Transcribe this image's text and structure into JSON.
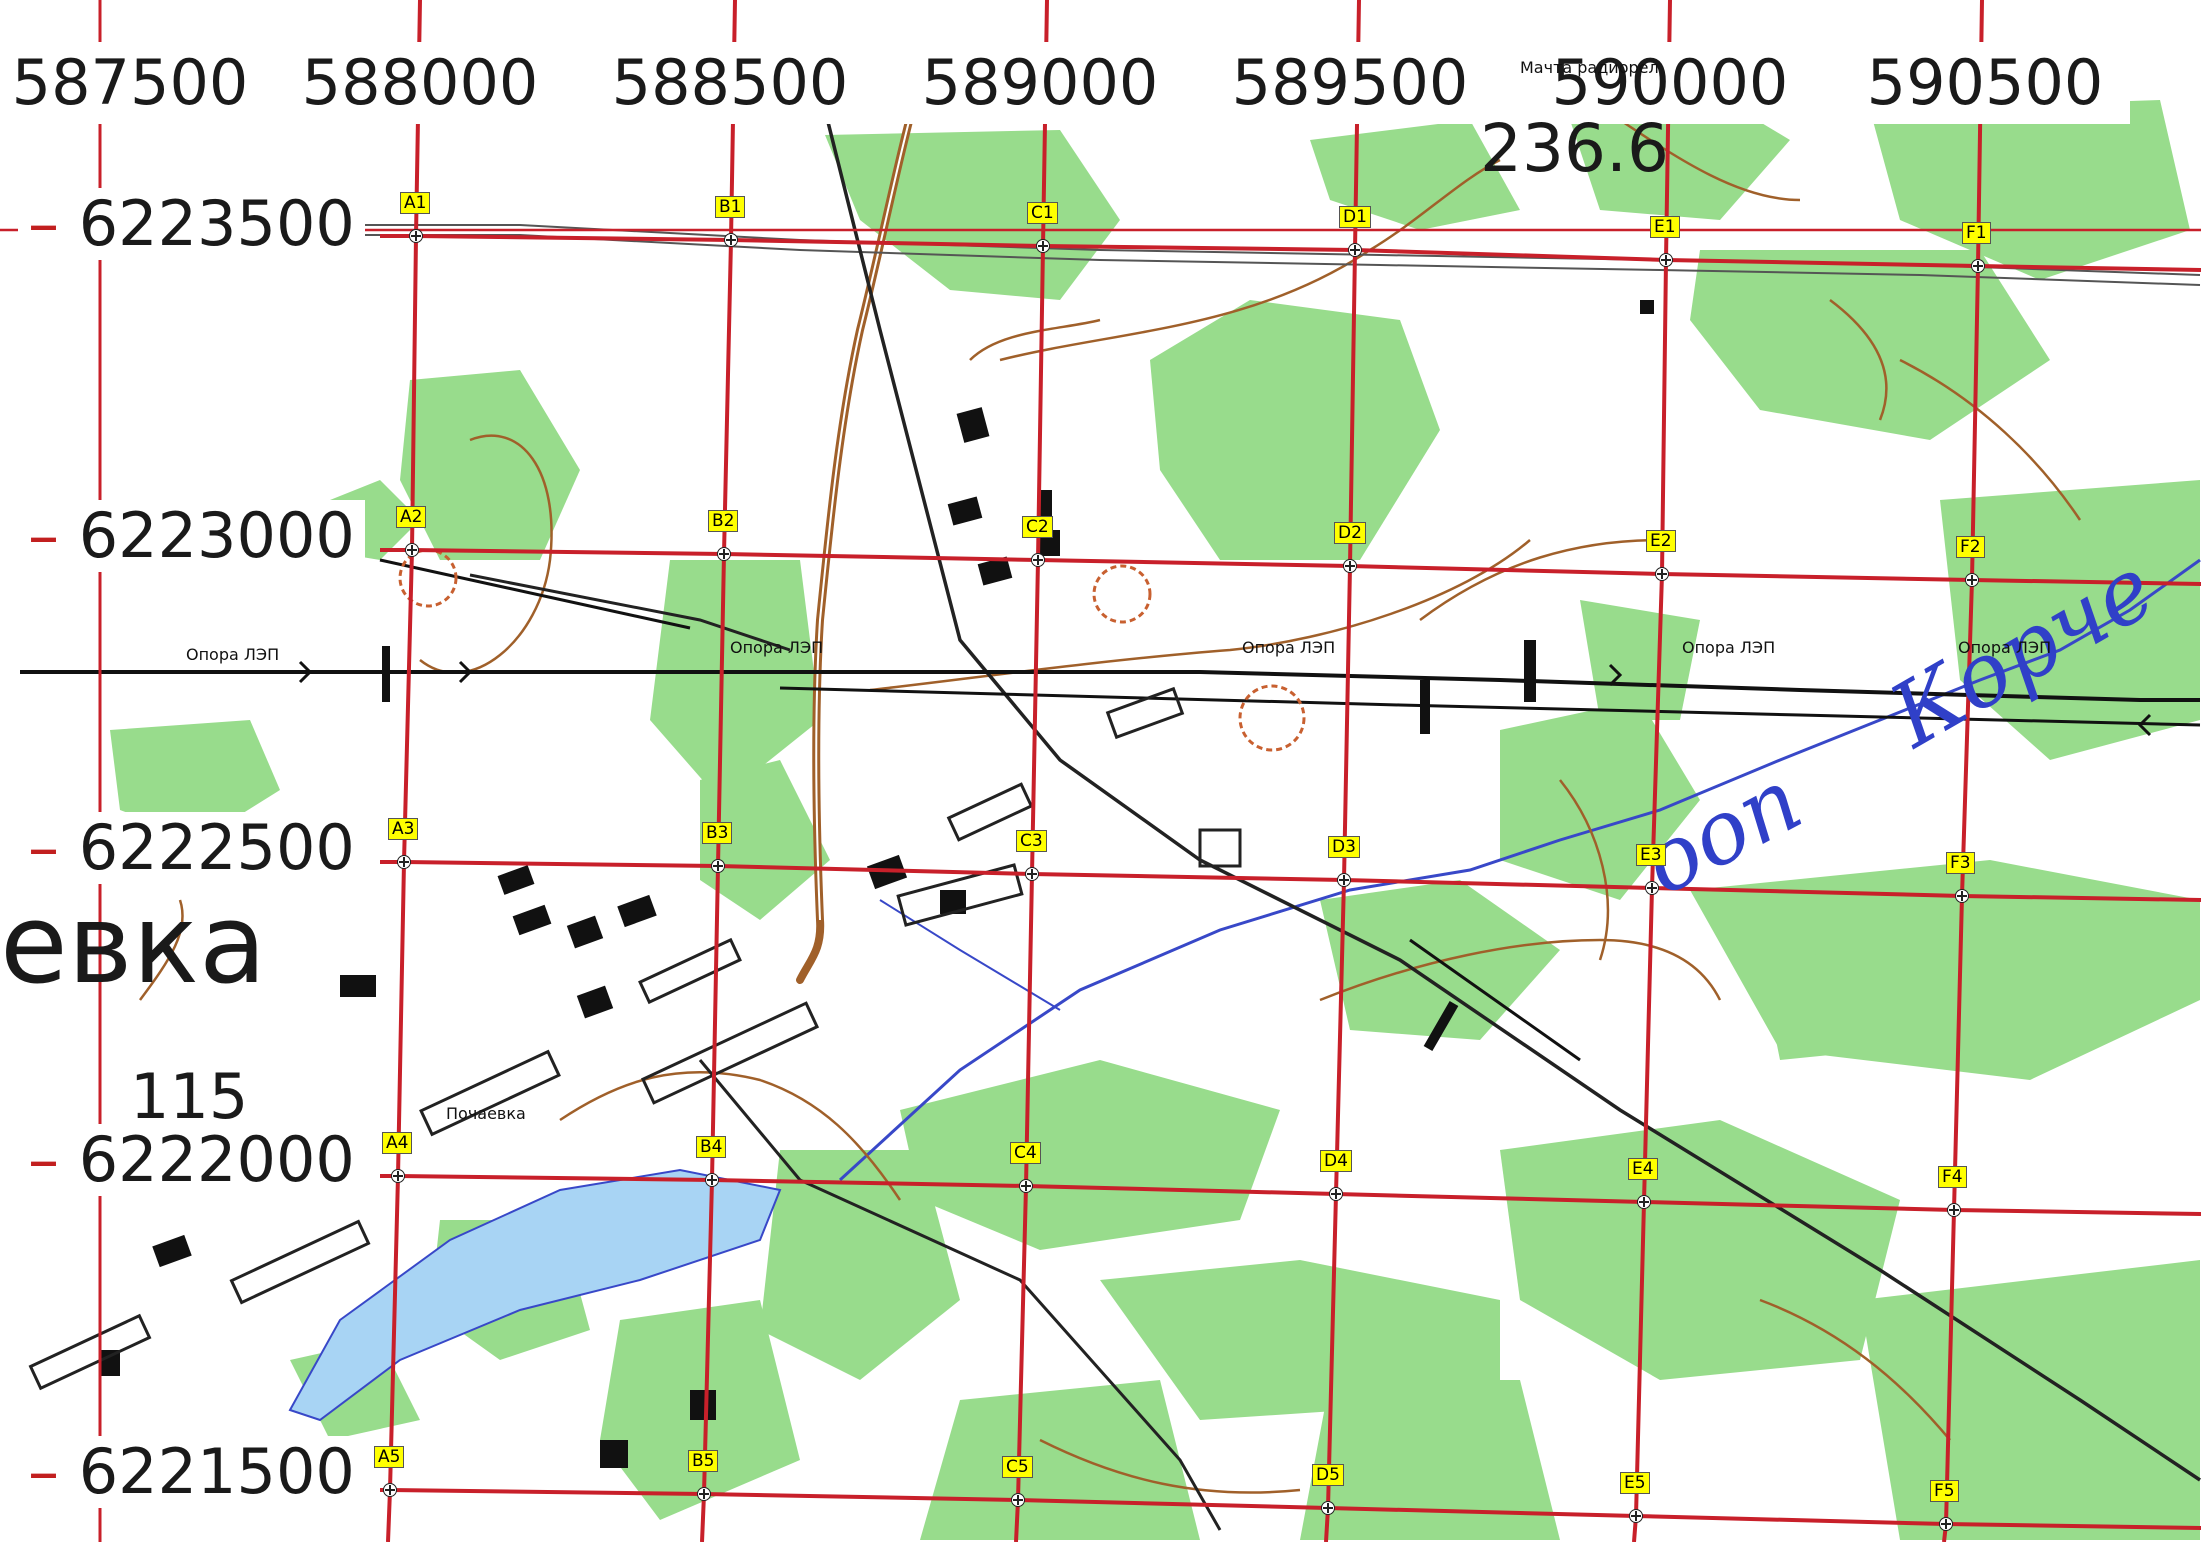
{
  "map": {
    "easting_labels": [
      "587500",
      "588000",
      "588500",
      "589000",
      "589500",
      "590000",
      "590500"
    ],
    "northing_labels": [
      "6223500",
      "6223000",
      "6222500",
      "6222000",
      "6221500"
    ],
    "grid_markers": [
      "A1",
      "B1",
      "C1",
      "D1",
      "E1",
      "F1",
      "A2",
      "B2",
      "C2",
      "D2",
      "E2",
      "F2",
      "A3",
      "B3",
      "C3",
      "D3",
      "E3",
      "F3",
      "A4",
      "B4",
      "C4",
      "D4",
      "E4",
      "F4",
      "A5",
      "B5",
      "C5",
      "D5",
      "E5",
      "F5"
    ],
    "features": {
      "radio_mast": "Мачта радиорел",
      "power_pole": "Опора ЛЭП",
      "village": "Почаевка",
      "village_big": "евка",
      "spot_height_top": "236.6",
      "spot_height_left": "115",
      "river_name": "Корче",
      "river_prefix": "ооп"
    },
    "colors": {
      "forest": "#98dc8c",
      "grid": "#c8202a",
      "marker_tag": "#ffff00",
      "water": "#a8d4f4",
      "river": "#3848c8",
      "contour": "#a0602a"
    }
  }
}
